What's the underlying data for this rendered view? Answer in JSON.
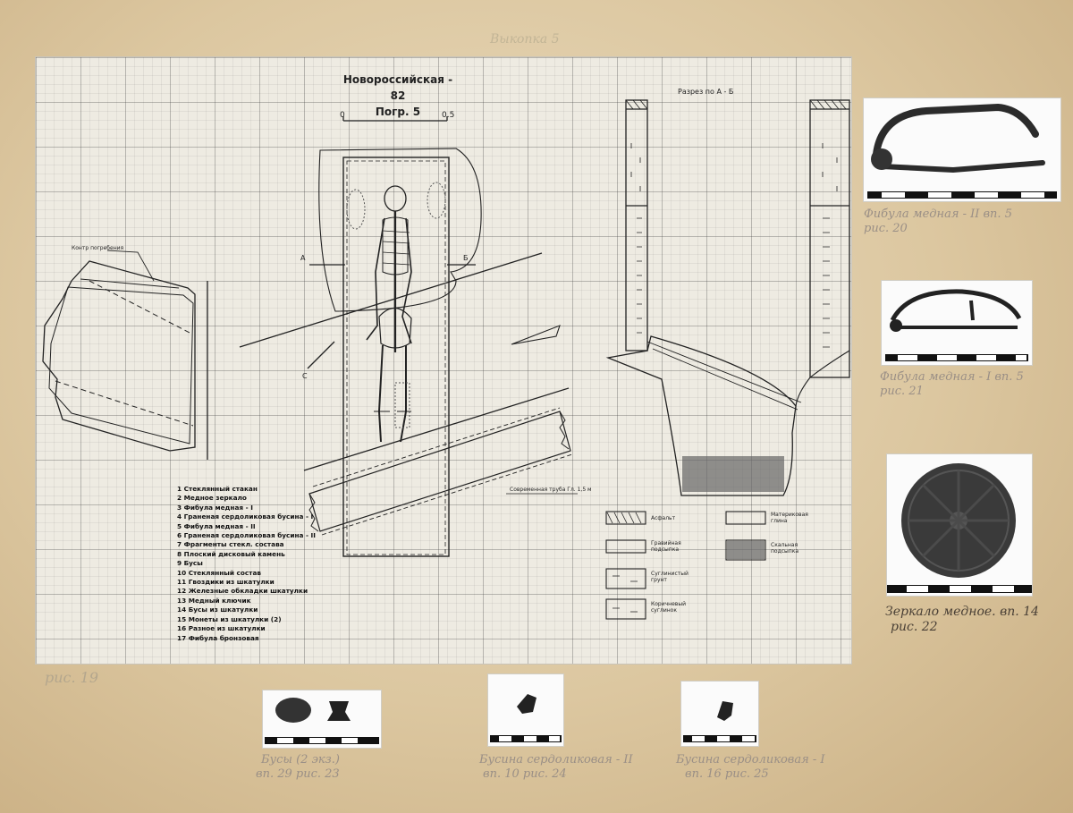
{
  "header_note": "Выкопка 5",
  "figure_label": "рис. 19",
  "drawing": {
    "title_line1": "Новороссийская - 82",
    "title_line2": "Погр. 5",
    "scale_start": "0",
    "scale_end": "0.5",
    "section_title": "Разрез по А - Б",
    "marker_a": "А",
    "marker_b": "Б",
    "marker_c": "С",
    "pit_note": "Контр погребения",
    "pipe_note": "Современная труба Гл. 1,5 м",
    "legend": [
      "1 Стеклянный стакан",
      "2 Медное зеркало",
      "3 Фибула медная - I",
      "4 Граненая сердоликовая бусина - I",
      "5 Фибула медная - II",
      "6 Граненая сердоликовая бусина - II",
      "7 Фрагменты стекл. состава",
      "8 Плоский дисковый камень",
      "9 Бусы",
      "10 Стеклянный состав",
      "11 Гвоздики из шкатулки",
      "12 Железные обкладки шкатулки",
      "13 Медный ключик",
      "14 Бусы из шкатулки",
      "15 Монеты из шкатулки (2)",
      "16 Разное из шкатулки",
      "17 Фибула бронзовая"
    ],
    "soil_legend": [
      "Асфальт",
      "Гравийная подсыпка",
      "Суглинистый грунт",
      "Коричневый суглинок",
      "Материковая глина",
      "Скальная подсыпка"
    ]
  },
  "photos": [
    {
      "caption_line1": "Фибула медная - II вп. 5",
      "caption_line2": "рис. 20"
    },
    {
      "caption_line1": "Фибула медная - I вп. 5",
      "caption_line2": "рис. 21"
    },
    {
      "caption_line1": "Зеркало медное. вп. 14",
      "caption_line2": "рис. 22"
    },
    {
      "caption_line1": "Бусы (2 экз.)",
      "caption_line2": "вп. 29 рис. 23"
    },
    {
      "caption_line1": "Бусина сердоликовая - II",
      "caption_line2": "вп. 10 рис. 24"
    },
    {
      "caption_line1": "Бусина сердоликовая - I",
      "caption_line2": "вп. 16 рис. 25"
    }
  ]
}
